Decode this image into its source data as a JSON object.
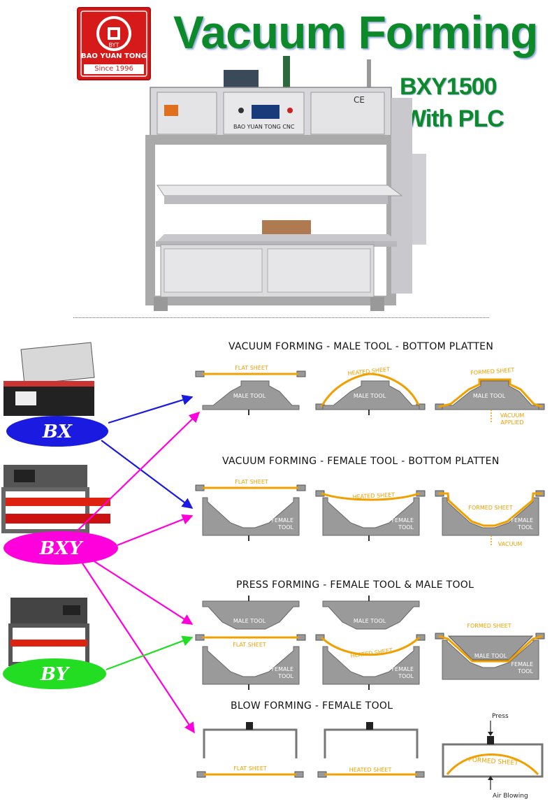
{
  "header": {
    "title": "Vacuum Forming",
    "model": "BXY1500",
    "feature": "With PLC"
  },
  "logo": {
    "badge": "BYT",
    "brand": "BAO YUAN TONG",
    "since": "Since 1996"
  },
  "machine": {
    "panel_label": "BAO YUAN TONG CNC",
    "ce_mark": "CE"
  },
  "machines": [
    {
      "label": "BX",
      "color": "#1a1ae0"
    },
    {
      "label": "BXY",
      "color": "#ff00dc"
    },
    {
      "label": "BY",
      "color": "#22dd22"
    }
  ],
  "sections": [
    {
      "title": "VACUUM FORMING - MALE TOOL - BOTTOM PLATTEN",
      "stages": [
        {
          "sheet": "FLAT SHEET",
          "tool": "MALE TOOL"
        },
        {
          "sheet": "HEATED SHEET",
          "tool": "MALE TOOL"
        },
        {
          "sheet": "FORMED SHEET",
          "tool": "MALE TOOL",
          "note": "VACUUM APPLIED"
        }
      ]
    },
    {
      "title": "VACUUM FORMING - FEMALE TOOL - BOTTOM PLATTEN",
      "stages": [
        {
          "sheet": "FLAT SHEET",
          "tool": "FEMALE TOOL"
        },
        {
          "sheet": "HEATED SHEET",
          "tool": "FEMALE TOOL"
        },
        {
          "sheet": "FORMED SHEET",
          "tool": "FEMALE TOOL",
          "note": "VACUUM"
        }
      ]
    },
    {
      "title": "PRESS FORMING - FEMALE TOOL  &  MALE TOOL",
      "stages": [
        {
          "sheet": "FLAT SHEET",
          "tool": "FEMALE TOOL",
          "upper_tool": "MALE TOOL"
        },
        {
          "sheet": "HEATED SHEET",
          "tool": "FEMALE TOOL",
          "upper_tool": "MALE TOOL"
        },
        {
          "sheet": "FORMED SHEET",
          "tool": "FEMALE TOOL",
          "upper_tool": "MALE TOOL"
        }
      ]
    },
    {
      "title": "BLOW FORMING - FEMALE TOOL",
      "stages": [
        {
          "sheet": "FLAT SHEET"
        },
        {
          "sheet": "HEATED SHEET"
        },
        {
          "sheet": "FORMED  SHEET",
          "top_note": "Press",
          "bottom_note": "Air Blowing"
        }
      ]
    }
  ],
  "colors": {
    "title_green": "#0c8a2a",
    "sheet_orange": "#f0a000",
    "tool_gray": "#9a9a9a",
    "logo_red": "#d61a1a"
  }
}
